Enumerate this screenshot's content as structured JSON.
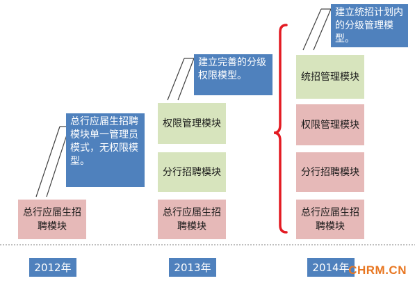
{
  "colors": {
    "note_blue": "#4f81bd",
    "box_pink": "#e6b9b8",
    "box_green": "#d7e4bd",
    "bracket_red": "#e31b23",
    "watermark_orange": "#e87722"
  },
  "col2012": {
    "box_campus": "总行应届生招聘模块",
    "note": "总行应届生招聘模块单一管理员模式，无权限模型。",
    "year": "2012年"
  },
  "col2013": {
    "box_branch": "分行招聘模块",
    "box_campus": "总行应届生招聘模块",
    "box_permission": "权限管理模块",
    "note": "建立完善的分级权限模型。",
    "year": "2013年"
  },
  "col2014": {
    "box_unified": "统招管理模块",
    "box_permission": "权限管理模块",
    "box_branch": "分行招聘模块",
    "box_campus": "总行应届生招聘模块",
    "note": "建立统招计划内的分级管理模型。",
    "year": "2014年"
  },
  "watermark": "CHRM.CN"
}
